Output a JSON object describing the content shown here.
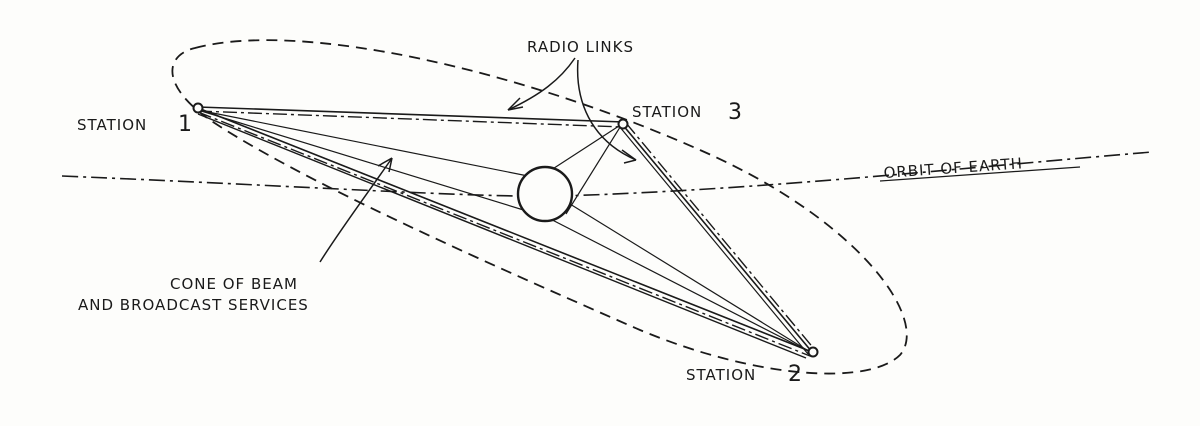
{
  "diagram": {
    "labels": {
      "radio_links": "RADIO LINKS",
      "station1_text": "STATION",
      "station1_num": "1",
      "station3_text": "STATION",
      "station3_num": "3",
      "station2_text": "STATION",
      "station2_num": "2",
      "orbit": "ORBIT OF EARTH",
      "cone_line1": "CONE OF BEAM",
      "cone_line2": "AND BROADCAST SERVICES"
    },
    "colors": {
      "ink": "#1a1a1a",
      "paper": "#fdfdfb"
    }
  }
}
